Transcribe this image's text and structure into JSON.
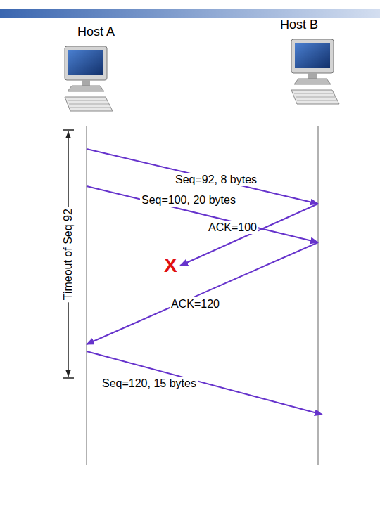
{
  "diagram": {
    "nodes": [
      {
        "text": [
          "Host A"
        ]
      },
      {
        "text": [
          "Host B"
        ]
      }
    ],
    "edges": [
      {
        "from": 0,
        "to": 1,
        "arrow": "to",
        "label": "Seq=92, 8 bytes"
      },
      {
        "from": 0,
        "to": 1,
        "arrow": "to",
        "label": "Seq=100, 20 bytes"
      },
      {
        "from": 1,
        "to": 0,
        "arrow": "to",
        "label": "ACK=100"
      },
      {
        "from": 1,
        "to": 0,
        "arrow": "to",
        "label": "ACK=120"
      },
      {
        "from": 0,
        "to": 1,
        "arrow": "to",
        "label": "Seq=120, 15 bytes"
      }
    ],
    "labels": [
      "Timeout of Seq 92",
      "X"
    ]
  }
}
